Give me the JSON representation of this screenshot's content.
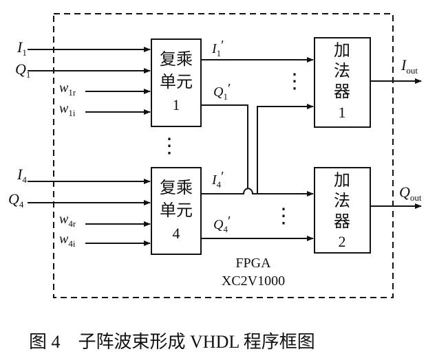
{
  "colors": {
    "ink": "#111111",
    "background": "#ffffff"
  },
  "fpga": {
    "label": "FPGA",
    "part": "XC2V1000"
  },
  "inputs_top": {
    "i": "I",
    "i_sub": "1",
    "q": "Q",
    "q_sub": "1",
    "wr": "w",
    "wr_sub": "1r",
    "wi": "w",
    "wi_sub": "1i"
  },
  "inputs_bottom": {
    "i": "I",
    "i_sub": "4",
    "q": "Q",
    "q_sub": "4",
    "wr": "w",
    "wr_sub": "4r",
    "wi": "w",
    "wi_sub": "4i"
  },
  "mult1": {
    "line1": "复乘",
    "line2": "单元",
    "num": "1"
  },
  "mult4": {
    "line1": "复乘",
    "line2": "单元",
    "num": "4"
  },
  "adder1": {
    "c1": "加",
    "c2": "法",
    "c3": "器",
    "num": "1"
  },
  "adder2": {
    "c1": "加",
    "c2": "法",
    "c3": "器",
    "num": "2"
  },
  "signals": {
    "i1p": "I",
    "i1p_sub": "1",
    "q1p": "Q",
    "q1p_sub": "1",
    "i4p": "I",
    "i4p_sub": "4",
    "q4p": "Q",
    "q4p_sub": "4",
    "prime": "′"
  },
  "outputs": {
    "i": "I",
    "i_sub": "out",
    "q": "Q",
    "q_sub": "out"
  },
  "ellipsis": "⋮",
  "caption": {
    "fig": "图 4",
    "text": "子阵波束形成 VHDL 程序框图"
  }
}
